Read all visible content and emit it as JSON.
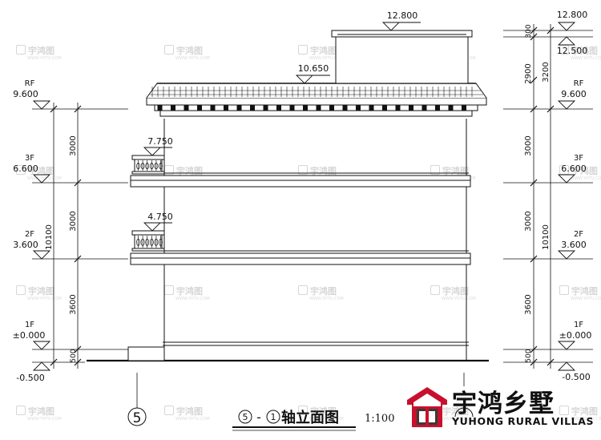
{
  "watermark": {
    "brand": "宇鸿图",
    "sub": "WWW.YHTU.COM"
  },
  "levels": {
    "rf": {
      "name": "RF",
      "elev": "9.600"
    },
    "f3": {
      "name": "3F",
      "elev": "6.600"
    },
    "f2": {
      "name": "2F",
      "elev": "3.600"
    },
    "f1": {
      "name": "1F",
      "elev": "±0.000"
    },
    "ground": {
      "elev": "-0.500"
    },
    "parapet_right": "12.500"
  },
  "top_marks": {
    "stair_top": "12.800",
    "roof_ridge": "10.650",
    "balcony_3f": "7.750",
    "balcony_2f": "4.750"
  },
  "dims_left": {
    "d1": "3000",
    "d2": "3000",
    "d3": "3600",
    "d4": "500",
    "total": "10100"
  },
  "dims_right": {
    "d1": "300",
    "d2": "2900",
    "d3": "3000",
    "d4": "3000",
    "d5": "3600",
    "d6": "500",
    "over1": "3200",
    "total": "10100"
  },
  "axis": {
    "left": "5"
  },
  "title": {
    "axis_from": "5",
    "dash": "-",
    "axis_to": "1",
    "text": "轴立面图",
    "scale": "1:100"
  },
  "logo": {
    "cn": "宇鸿乡墅",
    "en": "YUHONG RURAL VILLAS"
  },
  "colors": {
    "line": "#111111",
    "logo_red": "#c8102e",
    "logo_dark": "#3a3a3a",
    "watermark": "#d6d6d6"
  }
}
